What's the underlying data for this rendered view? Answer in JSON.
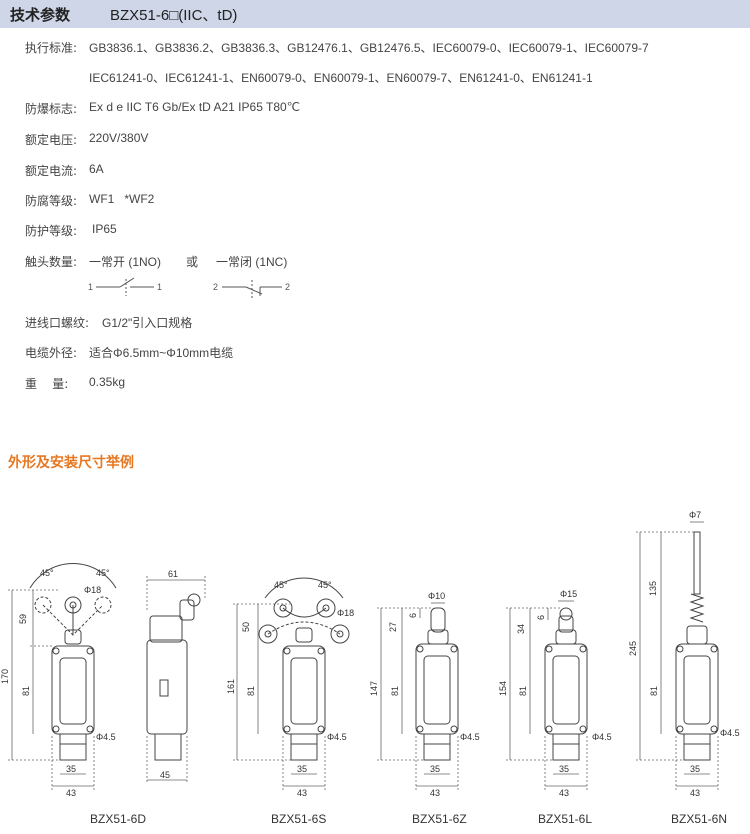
{
  "header": {
    "title": "技术参数",
    "model": "BZX51-6□(IIC、tD)"
  },
  "specs": {
    "standard_label": "执行标准:",
    "standard_line1": "GB3836.1、GB3836.2、GB3836.3、GB12476.1、GB12476.5、IEC60079-0、IEC60079-1、IEC60079-7",
    "standard_line2": "IEC61241-0、IEC61241-1、EN60079-0、EN60079-1、EN60079-7、EN61241-0、EN61241-1",
    "explosion_label": "防爆标志:",
    "explosion_value": "Ex d e IIC T6 Gb/Ex tD A21 IP65 T80℃",
    "voltage_label": "额定电压:",
    "voltage_value": "220V/380V",
    "current_label": "额定电流:",
    "current_value": "6A",
    "corrosion_label": "防腐等级:",
    "corrosion_value": "WF1   *WF2",
    "protection_label": "防护等级:",
    "protection_value": "IP65",
    "contacts_label": "触头数量:",
    "contacts_no": "一常开 (1NO)",
    "contacts_or": "或",
    "contacts_nc": "一常闭 (1NC)",
    "no_pin_left": "1",
    "no_pin_right": "1",
    "nc_pin_left": "2",
    "nc_pin_right": "2",
    "thread_label": "进线口螺纹:",
    "thread_value": "G1/2\"引入口规格",
    "cable_label": "电缆外径:",
    "cable_value": "适合Φ6.5mm~Φ10mm电缆",
    "weight_label": "重    量:",
    "weight_value": "0.35kg"
  },
  "section_title": "外形及安装尺寸举例",
  "dims": {
    "d6d": {
      "angle_l": "45°",
      "angle_r": "45°",
      "dia18": "Φ18",
      "h59": "59",
      "h170": "170",
      "h81": "81",
      "dia45": "Φ4.5",
      "w35": "35",
      "w43": "43",
      "w61": "61",
      "w45": "45"
    },
    "d6s": {
      "angle_l": "45°",
      "angle_r": "45°",
      "dia18": "Φ18",
      "h50": "50",
      "h161": "161",
      "h81": "81",
      "dia45": "Φ4.5",
      "w35": "35",
      "w43": "43"
    },
    "d6z": {
      "dia10": "Φ10",
      "h6": "6",
      "h27": "27",
      "h147": "147",
      "h81": "81",
      "dia45": "Φ4.5",
      "w35": "35",
      "w43": "43"
    },
    "d6l": {
      "dia15": "Φ15",
      "h6": "6",
      "h34": "34",
      "h154": "154",
      "h81": "81",
      "dia45": "Φ4.5",
      "w35": "35",
      "w43": "43"
    },
    "d6n": {
      "dia7": "Φ7",
      "h135": "135",
      "h245": "245",
      "h81": "81",
      "dia45": "Φ4.5",
      "w35": "35",
      "w43": "43"
    }
  },
  "captions": [
    "BZX51-6D",
    "BZX51-6S",
    "BZX51-6Z",
    "BZX51-6L",
    "BZX51-6N"
  ]
}
